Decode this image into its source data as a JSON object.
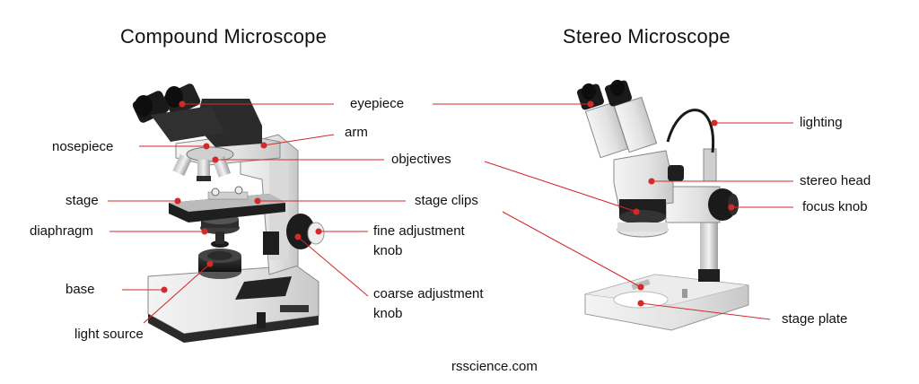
{
  "titles": {
    "compound": "Compound Microscope",
    "stereo": "Stereo Microscope"
  },
  "labels": {
    "eyepiece": "eyepiece",
    "arm": "arm",
    "nosepiece": "nosepiece",
    "objectives": "objectives",
    "stage": "stage",
    "stage_clips": "stage clips",
    "diaphragm": "diaphragm",
    "fine_adjustment_line1": "fine adjustment",
    "fine_adjustment_line2": "knob",
    "base": "base",
    "coarse_adjustment_line1": "coarse adjustment",
    "coarse_adjustment_line2": "knob",
    "light_source": "light source",
    "lighting": "lighting",
    "stereo_head": "stereo head",
    "focus_knob": "focus knob",
    "stage_plate": "stage plate"
  },
  "footer": "rsscience.com",
  "colors": {
    "leader_line": "#d42a2a",
    "text": "#111111",
    "body_light": "#e6e6e6",
    "body_dark": "#1c1c1c"
  }
}
